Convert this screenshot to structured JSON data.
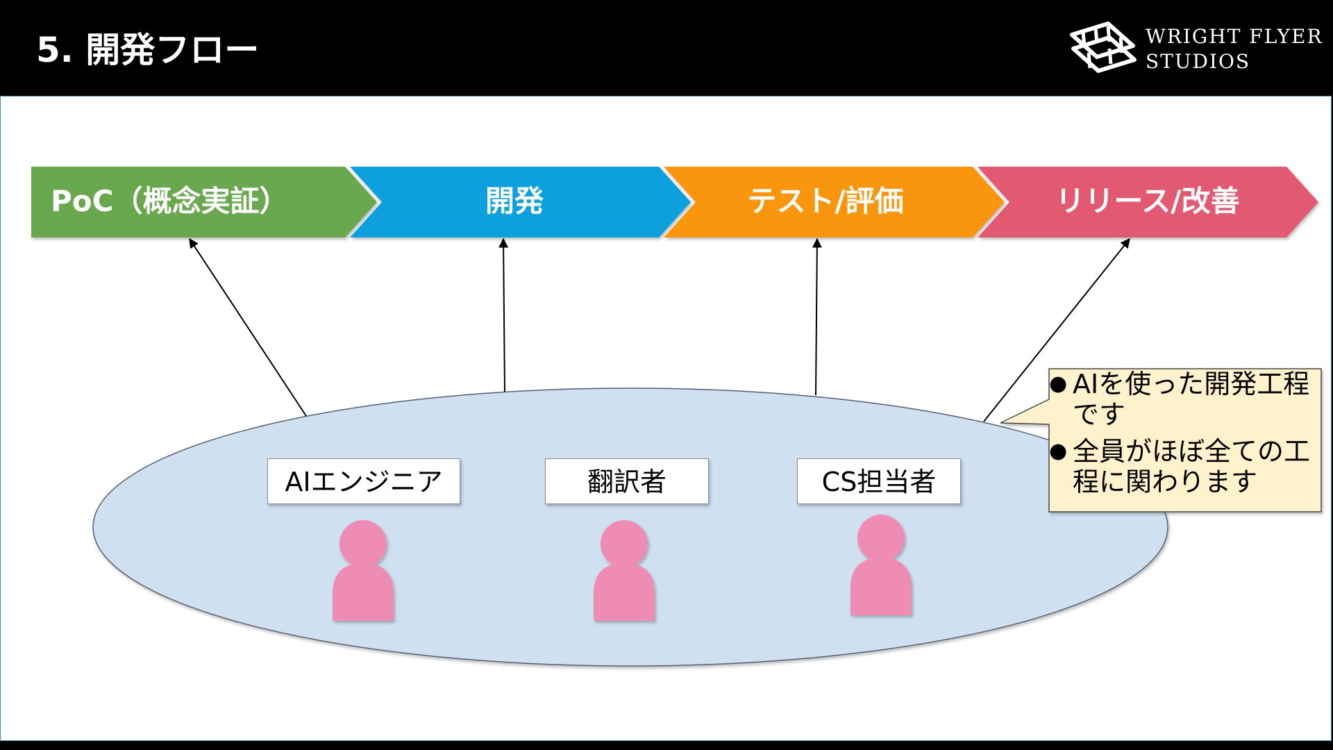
{
  "header": {
    "title": "5. 開発フロー",
    "logo": {
      "line1": "WRIGHT FLYER",
      "line2": "STUDIOS"
    }
  },
  "stages": [
    {
      "label": "PoC（概念実証）",
      "color": "#6aa84f"
    },
    {
      "label": "開発",
      "color": "#08a0dc"
    },
    {
      "label": "テスト/評価",
      "color": "#f9960a"
    },
    {
      "label": "リリース/改善",
      "color": "#e15a72"
    }
  ],
  "team": {
    "ellipse_color": "#cfe0f1",
    "roles": [
      {
        "label": "AIエンジニア"
      },
      {
        "label": "翻訳者"
      },
      {
        "label": "CS担当者"
      }
    ],
    "person_color": "#ee8cb3"
  },
  "note": {
    "background": "#fff2cc",
    "items": [
      "AIを使った開発工程です",
      "全員がほぼ全ての工程に関わります"
    ]
  }
}
